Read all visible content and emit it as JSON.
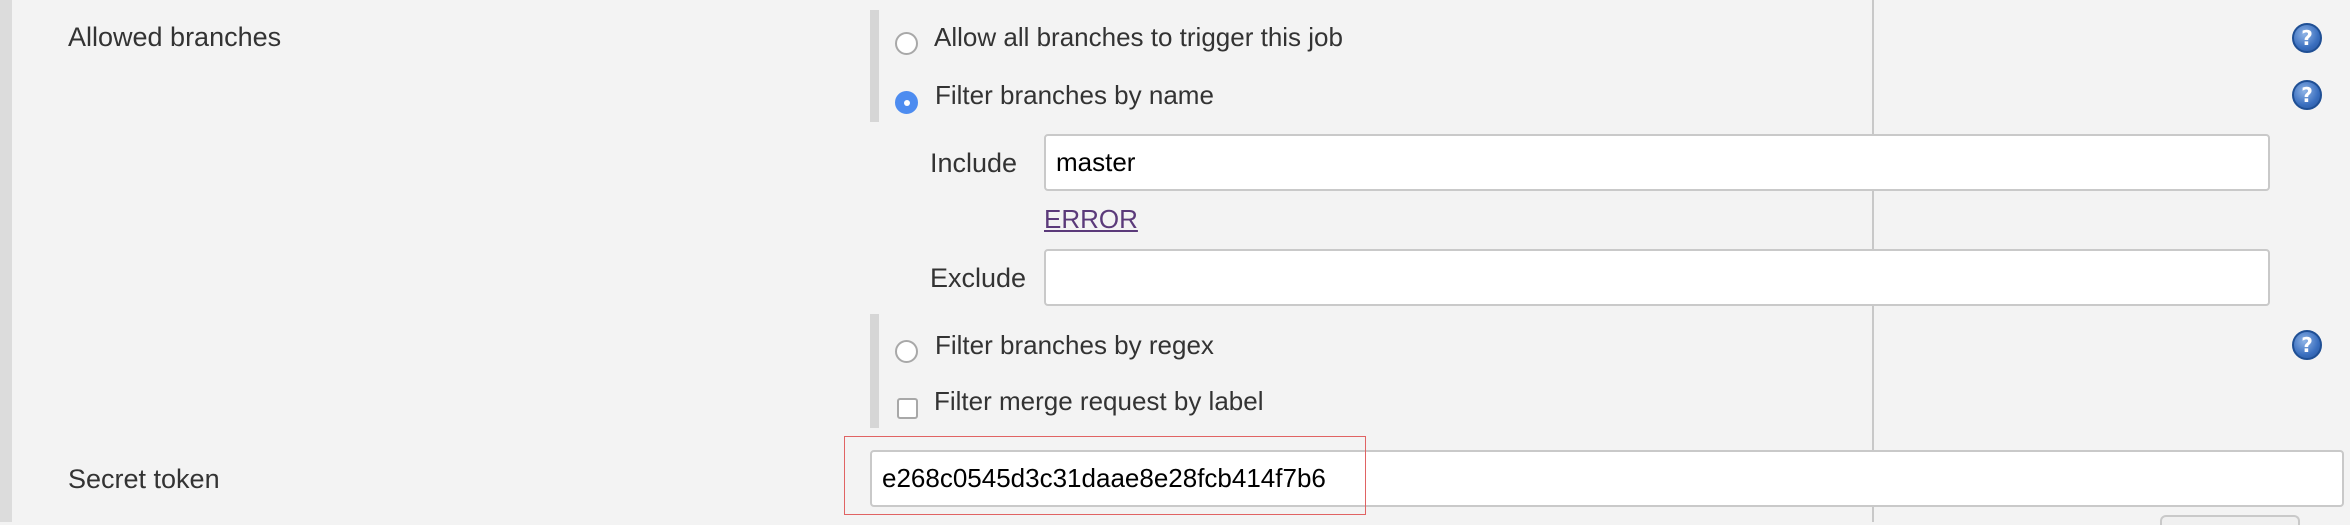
{
  "allowed_branches": {
    "label": "Allowed branches",
    "options": {
      "allow_all": {
        "label": "Allow all branches to trigger this job",
        "selected": false
      },
      "filter_by_name": {
        "label": "Filter branches by name",
        "selected": true
      },
      "filter_by_regex": {
        "label": "Filter branches by regex",
        "selected": false
      },
      "filter_merge_label": {
        "label": "Filter merge request by label",
        "checked": false
      }
    },
    "include": {
      "label": "Include",
      "value": "master"
    },
    "error_link": "ERROR",
    "exclude": {
      "label": "Exclude",
      "value": ""
    }
  },
  "secret_token": {
    "label": "Secret token",
    "value": "e268c0545d3c31daae8e28fcb414f7b6"
  },
  "colors": {
    "accent": "#4d8cf0",
    "highlight": "#e06363",
    "error_link": "#5b3a7a"
  }
}
